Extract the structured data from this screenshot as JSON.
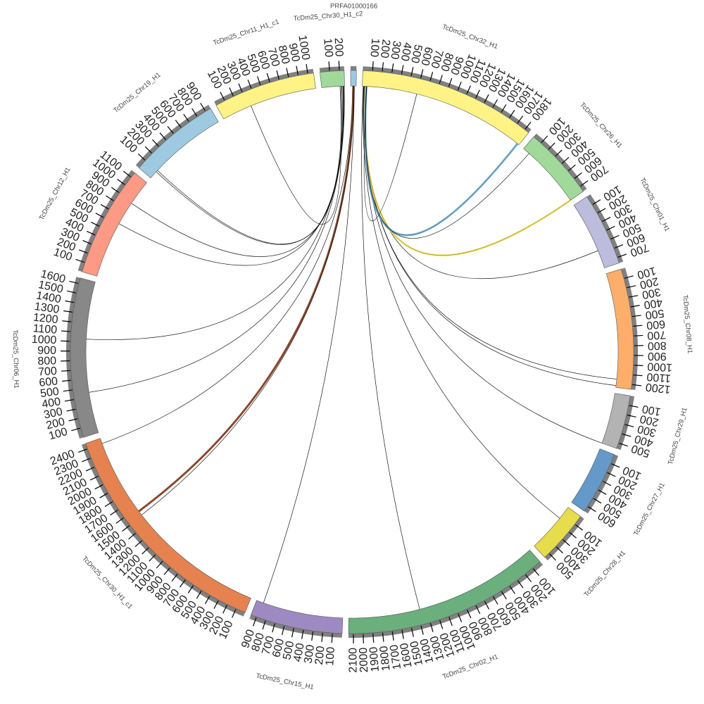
{
  "title": "Circos synteny plot",
  "tick_interval": 100,
  "chromosomes": [
    {
      "name": "TcDm25_Chr32_H1",
      "length": 1850,
      "color": "#fff385"
    },
    {
      "name": "TcDm25_Chr26_H1",
      "length": 760,
      "color": "#a1d99b"
    },
    {
      "name": "TcDm25_Chr01_H1",
      "length": 760,
      "color": "#bcbddc"
    },
    {
      "name": "TcDm25_Chr08_H1",
      "length": 1250,
      "color": "#fdae6b"
    },
    {
      "name": "TcDm25_Chr29_H1",
      "length": 560,
      "color": "#b3b3b3"
    },
    {
      "name": "TcDm25_Chr27_H1",
      "length": 660,
      "color": "#6599c9"
    },
    {
      "name": "TcDm25_Chr28_H1",
      "length": 560,
      "color": "#e7dc4b"
    },
    {
      "name": "TcDm25_Chr02_H1",
      "length": 2150,
      "color": "#6aaf7c"
    },
    {
      "name": "TcDm25_Chr15_H1",
      "length": 960,
      "color": "#9e8ac2"
    },
    {
      "name": "TcDm25_Chr30_H1_c1",
      "length": 2460,
      "color": "#e5824f"
    },
    {
      "name": "TcDm25_Chr06_H1",
      "length": 1660,
      "color": "#888888"
    },
    {
      "name": "TcDm25_Chr12_H1",
      "length": 1160,
      "color": "#fc9a85"
    },
    {
      "name": "TcDm25_Chr19_H1",
      "length": 960,
      "color": "#9ecae1"
    },
    {
      "name": "TcDm25_Chr11_H1_c1",
      "length": 1060,
      "color": "#fff385"
    },
    {
      "name": "TcDm25_Chr30_H1_c2",
      "length": 250,
      "color": "#a1d99b"
    },
    {
      "name": "PRFA01000166",
      "length": 60,
      "color": "#9ecae1"
    }
  ],
  "links": [
    {
      "from": [
        "TcDm25_Chr30_H1_c2",
        200
      ],
      "to": [
        "TcDm25_Chr11_H1_c1",
        330
      ],
      "color": "#000000"
    },
    {
      "from": [
        "TcDm25_Chr30_H1_c2",
        210
      ],
      "to": [
        "TcDm25_Chr19_H1",
        90
      ],
      "color": "#000000"
    },
    {
      "from": [
        "TcDm25_Chr30_H1_c2",
        220
      ],
      "to": [
        "TcDm25_Chr19_H1",
        110
      ],
      "color": "#000000"
    },
    {
      "from": [
        "TcDm25_Chr30_H1_c2",
        230
      ],
      "to": [
        "TcDm25_Chr12_H1",
        880
      ],
      "color": "#000000"
    },
    {
      "from": [
        "TcDm25_Chr30_H1_c2",
        235
      ],
      "to": [
        "TcDm25_Chr12_H1",
        620
      ],
      "color": "#000000"
    },
    {
      "from": [
        "TcDm25_Chr30_H1_c2",
        240
      ],
      "to": [
        "TcDm25_Chr06_H1",
        1030
      ],
      "color": "#000000"
    },
    {
      "from": [
        "TcDm25_Chr30_H1_c2",
        245
      ],
      "to": [
        "TcDm25_Chr06_H1",
        450
      ],
      "color": "#000000"
    },
    {
      "from": [
        "PRFA01000166",
        20
      ],
      "to": [
        "TcDm25_Chr30_H1_c1",
        2400
      ],
      "color": "#000000"
    },
    {
      "from": [
        "PRFA01000166",
        30
      ],
      "to": [
        "TcDm25_Chr30_H1_c1",
        1560
      ],
      "color": "#8b3a1a"
    },
    {
      "from": [
        "PRFA01000166",
        35
      ],
      "to": [
        "TcDm25_Chr30_H1_c1",
        1510
      ],
      "color": "#000000"
    },
    {
      "from": [
        "PRFA01000166",
        40
      ],
      "to": [
        "TcDm25_Chr15_H1",
        880
      ],
      "color": "#000000"
    },
    {
      "from": [
        "TcDm25_Chr32_H1",
        10
      ],
      "to": [
        "TcDm25_Chr02_H1",
        1370
      ],
      "color": "#000000"
    },
    {
      "from": [
        "TcDm25_Chr32_H1",
        15
      ],
      "to": [
        "TcDm25_Chr28_H1",
        150
      ],
      "color": "#000000"
    },
    {
      "from": [
        "TcDm25_Chr32_H1",
        20
      ],
      "to": [
        "TcDm25_Chr29_H1",
        560
      ],
      "color": "#000000"
    },
    {
      "from": [
        "TcDm25_Chr32_H1",
        25
      ],
      "to": [
        "TcDm25_Chr08_H1",
        1160
      ],
      "color": "#000000"
    },
    {
      "from": [
        "TcDm25_Chr32_H1",
        30
      ],
      "to": [
        "TcDm25_Chr08_H1",
        1230
      ],
      "color": "#000000"
    },
    {
      "from": [
        "TcDm25_Chr32_H1",
        35
      ],
      "to": [
        "TcDm25_Chr01_H1",
        560
      ],
      "color": "#000000"
    },
    {
      "from": [
        "TcDm25_Chr32_H1",
        40
      ],
      "to": [
        "TcDm25_Chr26_H1",
        760
      ],
      "color": "#f5e663"
    },
    {
      "from": [
        "TcDm25_Chr32_H1",
        45
      ],
      "to": [
        "TcDm25_Chr32_H1",
        1830
      ],
      "color": "#6baed6"
    },
    {
      "from": [
        "TcDm25_Chr32_H1",
        600
      ],
      "to": [
        "TcDm25_Chr32_H1",
        50
      ],
      "color": "#000000"
    },
    {
      "from": [
        "TcDm25_Chr32_H1",
        48
      ],
      "to": [
        "TcDm25_Chr26_H1",
        80
      ],
      "color": "#000000"
    }
  ]
}
